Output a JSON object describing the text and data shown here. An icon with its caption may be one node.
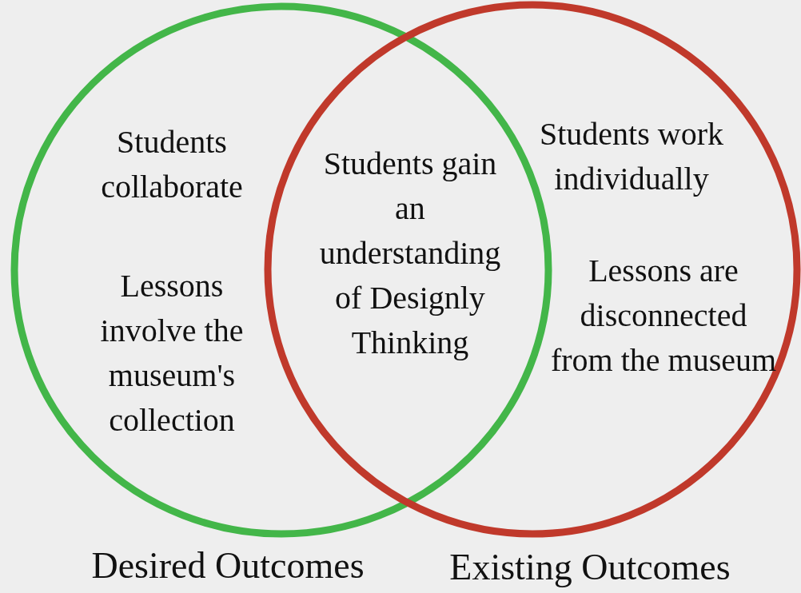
{
  "diagram": {
    "nodes": [
      {
        "text": [
          "Students collaborate",
          "Lessons involve the museum's collection",
          "Desired Outcomes"
        ]
      },
      {
        "text": [
          "Students work individually",
          "Lessons are disconnected from the museum",
          "Existing Outcomes"
        ]
      }
    ],
    "labels": [
      "Students gain an understanding of Designly Thinking"
    ]
  }
}
